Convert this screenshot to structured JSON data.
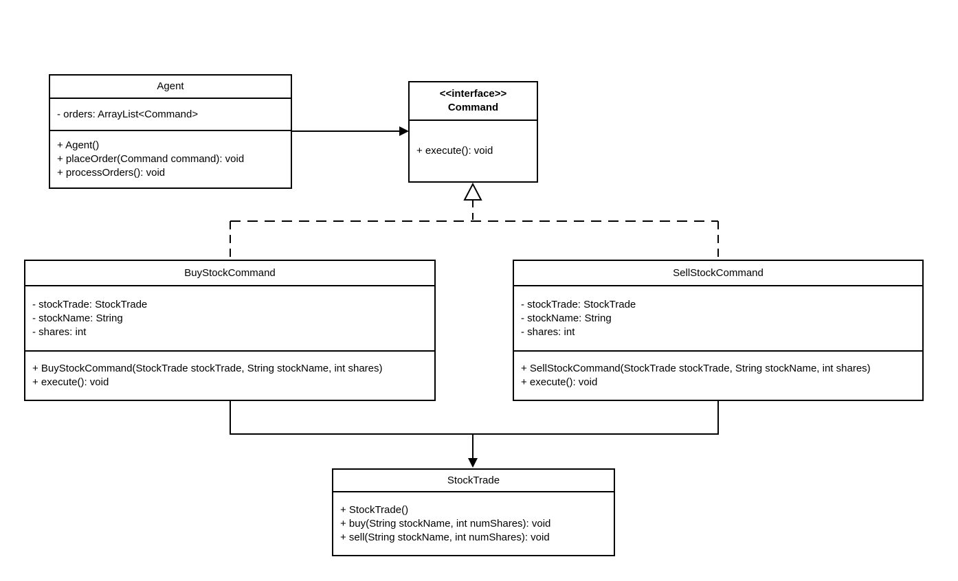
{
  "diagram": {
    "type": "uml-class-diagram",
    "background_color": "#ffffff",
    "stroke_color": "#000000",
    "classes": {
      "agent": {
        "name": "Agent",
        "attributes": [
          "- orders: ArrayList<Command>"
        ],
        "methods": [
          "+ Agent()",
          "+ placeOrder(Command command): void",
          "+ processOrders(): void"
        ]
      },
      "command": {
        "stereotype": "<<interface>>",
        "name": "Command",
        "methods": [
          "+ execute(): void"
        ]
      },
      "buy": {
        "name": "BuyStockCommand",
        "attributes": [
          "- stockTrade: StockTrade",
          "- stockName: String",
          "- shares: int"
        ],
        "methods": [
          "+ BuyStockCommand(StockTrade stockTrade, String stockName, int shares)",
          "+ execute(): void"
        ]
      },
      "sell": {
        "name": "SellStockCommand",
        "attributes": [
          "- stockTrade: StockTrade",
          "- stockName: String",
          "- shares: int"
        ],
        "methods": [
          "+ SellStockCommand(StockTrade stockTrade, String stockName, int shares)",
          "+ execute(): void"
        ]
      },
      "stocktrade": {
        "name": "StockTrade",
        "methods": [
          "+ StockTrade()",
          "+ buy(String stockName, int numShares): void",
          "+ sell(String stockName, int numShares): void"
        ]
      }
    },
    "relations": [
      {
        "from": "Agent",
        "to": "Command",
        "type": "directed-association",
        "line": "solid",
        "arrowhead": "filled-triangle"
      },
      {
        "from": "BuyStockCommand",
        "to": "Command",
        "type": "realization",
        "line": "dashed",
        "arrowhead": "hollow-triangle"
      },
      {
        "from": "SellStockCommand",
        "to": "Command",
        "type": "realization",
        "line": "dashed",
        "arrowhead": "hollow-triangle"
      },
      {
        "from": "BuyStockCommand",
        "to": "StockTrade",
        "type": "directed-association",
        "line": "solid",
        "arrowhead": "filled-triangle"
      },
      {
        "from": "SellStockCommand",
        "to": "StockTrade",
        "type": "directed-association",
        "line": "solid",
        "arrowhead": "filled-triangle"
      }
    ]
  }
}
